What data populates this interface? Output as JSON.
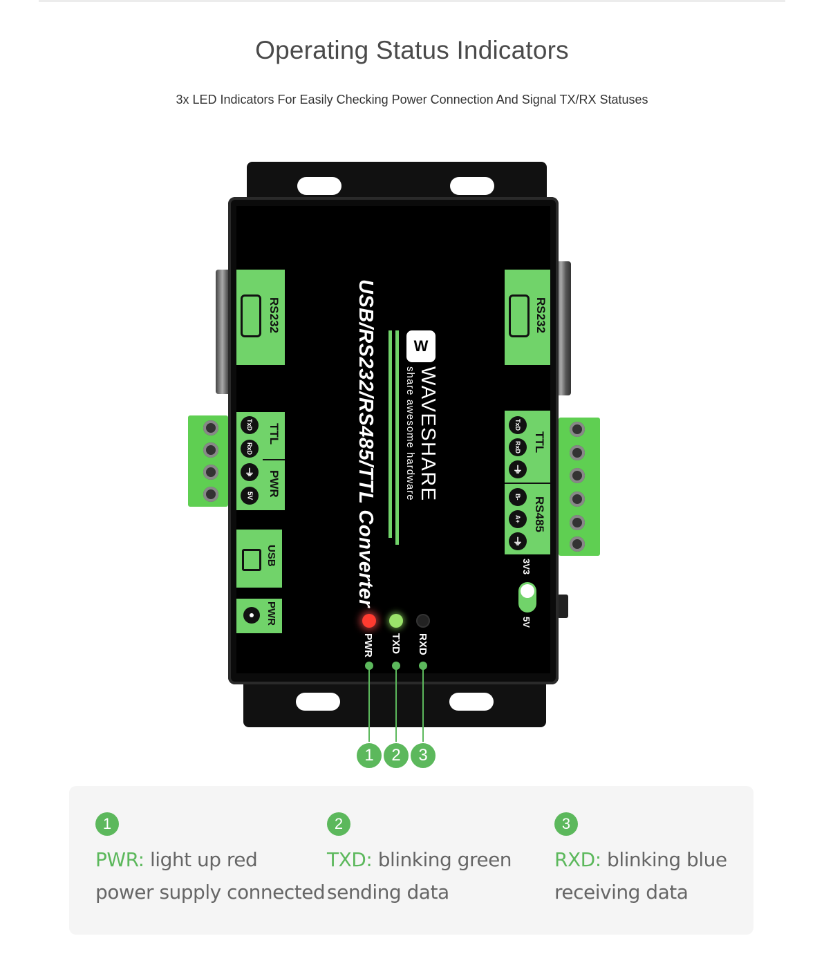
{
  "header": {
    "title": "Operating Status Indicators",
    "subtitle": "3x LED Indicators For Easily Checking Power Connection And Signal TX/RX Statuses"
  },
  "device": {
    "product_name": "USB/RS232/RS485/TTL Converter",
    "brand": "WAVESHARE",
    "slogan": "share awesome hardware",
    "left_ports": {
      "rs232": "RS232",
      "ttl": "TTL",
      "pwr": "PWR",
      "usb": "USB",
      "pwr_jack": "PWR",
      "ttl_pins": [
        "TxD",
        "RxD",
        "⏚",
        "5V"
      ]
    },
    "right_ports": {
      "rs232": "RS232",
      "ttl": "TTL",
      "rs485": "RS485",
      "ttl_pins": [
        "TxD",
        "RxD",
        "⏚"
      ],
      "rs485_pins": [
        "B-",
        "A+",
        "⏚"
      ],
      "switch_top": "3V3",
      "switch_bottom": "5V"
    },
    "leds": [
      {
        "label": "PWR",
        "color": "#ff3b30"
      },
      {
        "label": "TXD",
        "color": "#9be36a"
      },
      {
        "label": "RXD",
        "color": "#222222"
      }
    ],
    "callouts": [
      "1",
      "2",
      "3"
    ]
  },
  "info": [
    {
      "num": "1",
      "key": "PWR:",
      "state": "light up red",
      "meaning": "power supply connected"
    },
    {
      "num": "2",
      "key": "TXD:",
      "state": "blinking green",
      "meaning": "sending data"
    },
    {
      "num": "3",
      "key": "RXD:",
      "state": "blinking blue",
      "meaning": "receiving data"
    }
  ],
  "colors": {
    "accent": "#5cb85c",
    "label_green": "#71d36a",
    "panel_bg": "#f5f5f5"
  }
}
